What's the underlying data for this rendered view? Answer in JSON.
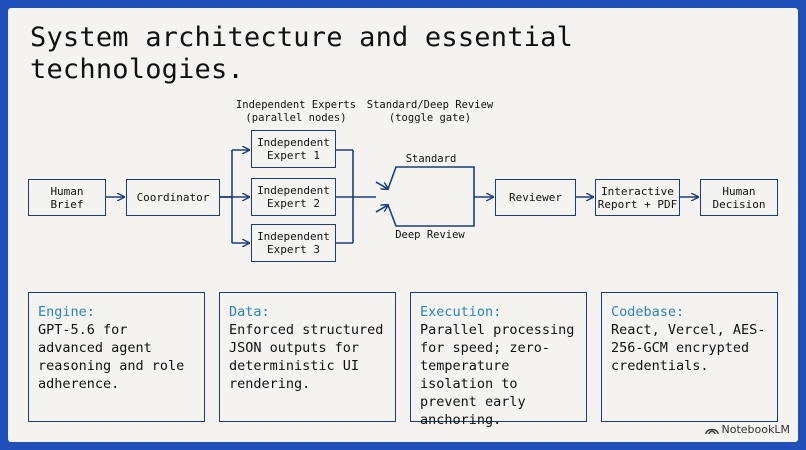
{
  "slide": {
    "title": "System architecture and essential technologies."
  },
  "diagram": {
    "labels": {
      "experts_group": "Independent Experts\n(parallel nodes)",
      "review_group": "Standard/Deep Review\n(toggle gate)",
      "standard": "Standard",
      "deep_review": "Deep Review"
    },
    "nodes": {
      "human_brief": "Human\nBrief",
      "coordinator": "Coordinator",
      "expert_1": "Independent\nExpert 1",
      "expert_2": "Independent\nExpert 2",
      "expert_3": "Independent\nExpert 3",
      "reviewer": "Reviewer",
      "report": "Interactive\nReport + PDF",
      "decision": "Human\nDecision"
    }
  },
  "cards": [
    {
      "heading": "Engine:",
      "body": "GPT-5.6 for advanced agent reasoning and role adherence."
    },
    {
      "heading": "Data:",
      "body": "Enforced structured JSON outputs for deterministic UI rendering."
    },
    {
      "heading": "Execution:",
      "body": "Parallel processing for speed; zero-temperature isolation to prevent early anchoring."
    },
    {
      "heading": "Codebase:",
      "body": "React, Vercel, AES-256-GCM encrypted credentials."
    }
  ],
  "branding": {
    "icon": "notebooklm-logo-icon",
    "text": "NotebookLM"
  }
}
